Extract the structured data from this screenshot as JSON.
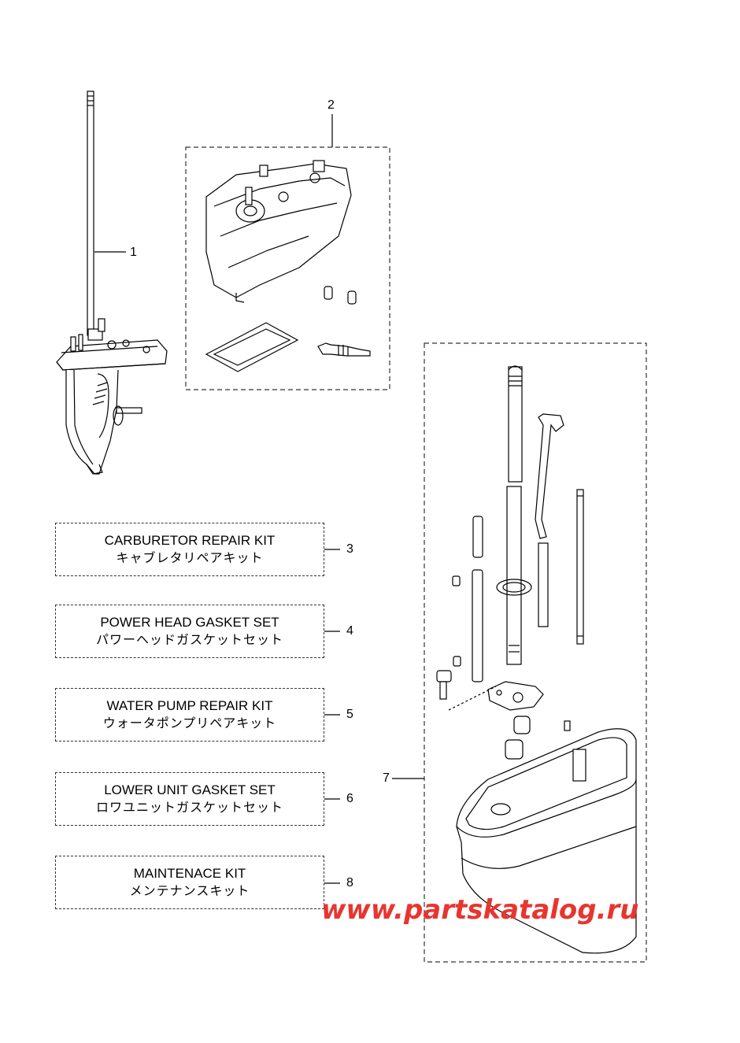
{
  "callouts": [
    "1",
    "2",
    "3",
    "4",
    "5",
    "6",
    "7",
    "8"
  ],
  "kits": [
    {
      "no": "3",
      "en": "CARBURETOR REPAIR KIT",
      "jp": "キャブレタリペアキット"
    },
    {
      "no": "4",
      "en": "POWER HEAD GASKET SET",
      "jp": "パワーヘッドガスケットセット"
    },
    {
      "no": "5",
      "en": "WATER PUMP REPAIR KIT",
      "jp": "ウォータポンプリペアキット"
    },
    {
      "no": "6",
      "en": "LOWER UNIT GASKET SET",
      "jp": "ロワユニットガスケットセット"
    },
    {
      "no": "8",
      "en": "MAINTENACE KIT",
      "jp": "メンテナンスキット"
    }
  ],
  "watermark": "www.partskatalog.ru",
  "colors": {
    "line": "#000000",
    "dash": "#333333",
    "watermark": "#e8352f"
  }
}
